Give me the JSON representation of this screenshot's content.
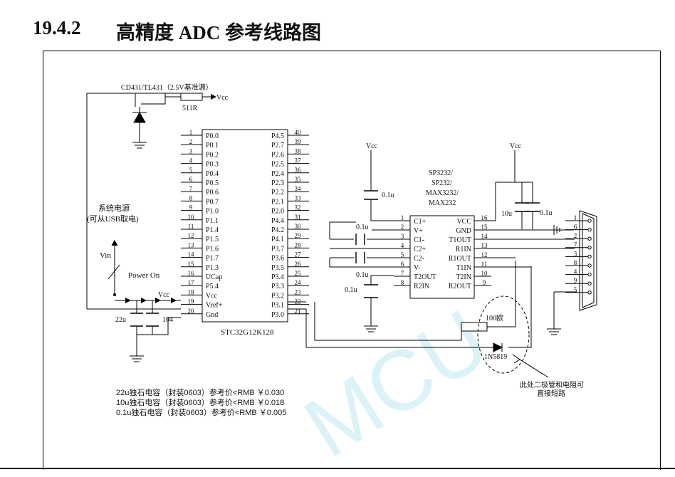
{
  "heading": {
    "number": "19.4.2",
    "title": "高精度 ADC 参考线路图"
  },
  "mcu": {
    "name": "STC32G12K128",
    "left_pins": [
      {
        "n": "1",
        "name": "P0.0"
      },
      {
        "n": "2",
        "name": "P0.1"
      },
      {
        "n": "3",
        "name": "P0.2"
      },
      {
        "n": "4",
        "name": "P0.3"
      },
      {
        "n": "5",
        "name": "P0.4"
      },
      {
        "n": "6",
        "name": "P0.5"
      },
      {
        "n": "7",
        "name": "P0.6"
      },
      {
        "n": "8",
        "name": "P0.7"
      },
      {
        "n": "9",
        "name": "P1.0"
      },
      {
        "n": "10",
        "name": "P1.1"
      },
      {
        "n": "11",
        "name": "P1.4"
      },
      {
        "n": "12",
        "name": "P1.5"
      },
      {
        "n": "13",
        "name": "P1.6"
      },
      {
        "n": "14",
        "name": "P1.7"
      },
      {
        "n": "15",
        "name": "P1.3"
      },
      {
        "n": "16",
        "name": "UCap"
      },
      {
        "n": "17",
        "name": "P5.4"
      },
      {
        "n": "18",
        "name": "Vcc"
      },
      {
        "n": "19",
        "name": "Vref+"
      },
      {
        "n": "20",
        "name": "Gnd"
      }
    ],
    "right_pins": [
      {
        "n": "40",
        "name": "P4.5"
      },
      {
        "n": "39",
        "name": "P2.7"
      },
      {
        "n": "38",
        "name": "P2.6"
      },
      {
        "n": "37",
        "name": "P2.5"
      },
      {
        "n": "36",
        "name": "P2.4"
      },
      {
        "n": "35",
        "name": "P2.3"
      },
      {
        "n": "34",
        "name": "P2.2"
      },
      {
        "n": "33",
        "name": "P2.1"
      },
      {
        "n": "32",
        "name": "P2.0"
      },
      {
        "n": "31",
        "name": "P4.4"
      },
      {
        "n": "30",
        "name": "P4.2"
      },
      {
        "n": "29",
        "name": "P4.1"
      },
      {
        "n": "28",
        "name": "P3.7"
      },
      {
        "n": "27",
        "name": "P3.6"
      },
      {
        "n": "26",
        "name": "P3.5"
      },
      {
        "n": "25",
        "name": "P3.4"
      },
      {
        "n": "24",
        "name": "P3.3"
      },
      {
        "n": "23",
        "name": "P3.2"
      },
      {
        "n": "22",
        "name": "P3.1"
      },
      {
        "n": "21",
        "name": "P3.0"
      }
    ]
  },
  "transceiver": {
    "names": [
      "SP3232/",
      "SP232/",
      "MAX3232/",
      "MAX232"
    ],
    "left_pins": [
      {
        "n": "1",
        "name": "C1+"
      },
      {
        "n": "2",
        "name": "V+"
      },
      {
        "n": "3",
        "name": "C1-"
      },
      {
        "n": "4",
        "name": "C2+"
      },
      {
        "n": "5",
        "name": "C2-"
      },
      {
        "n": "6",
        "name": "V-"
      },
      {
        "n": "7",
        "name": "T2OUT"
      },
      {
        "n": "8",
        "name": "R2IN"
      }
    ],
    "right_pins": [
      {
        "n": "16",
        "name": "VCC"
      },
      {
        "n": "15",
        "name": "GND"
      },
      {
        "n": "14",
        "name": "T1OUT"
      },
      {
        "n": "13",
        "name": "R1IN"
      },
      {
        "n": "12",
        "name": "R1OUT"
      },
      {
        "n": "11",
        "name": "T1IN"
      },
      {
        "n": "10",
        "name": "T2IN"
      },
      {
        "n": "9",
        "name": "R2OUT"
      }
    ]
  },
  "db9_pins": [
    "1",
    "6",
    "2",
    "7",
    "3",
    "8",
    "4",
    "9",
    "5"
  ],
  "labels": {
    "reference": "CD431/TL431（2.5V基准源）",
    "r_value": "511R",
    "vcc": "Vcc",
    "power_source": "系统电源",
    "power_note": "(可从USB取电)",
    "vin": "Vin",
    "power_on": "Power On",
    "cap_22u": "22u",
    "cap_104": "104",
    "cap_01u": "0.1u",
    "cap_10u": "10u",
    "resistor_100": "100欧",
    "diode": "1N5819",
    "annotation_line1": "此处二极管和电阻可",
    "annotation_line2": "直接短路"
  },
  "notes": [
    "22u独石电容（封装0603）参考价<RMB ￥0.030",
    "10u独石电容（封装0603）参考价<RMB ￥0.018",
    "0.1u独石电容（封装0603）参考价<RMB ￥0.005"
  ],
  "watermark": "MCU",
  "colors": {
    "line": "#000000",
    "watermark": "#c6ebf6"
  }
}
